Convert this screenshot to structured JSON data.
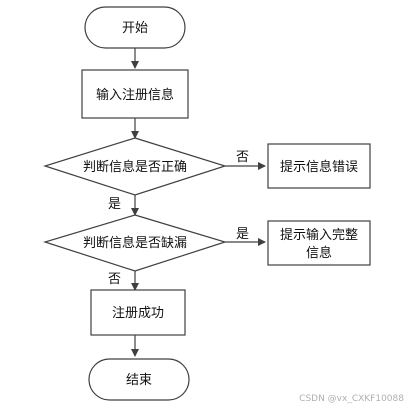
{
  "nodes": {
    "start": "开始",
    "input": "输入注册信息",
    "decision1": "判断信息是否正确",
    "error": "提示信息错误",
    "decision2": "判断信息是否缺漏",
    "prompt_line1": "提示输入完整",
    "prompt_line2": "信息",
    "success": "注册成功",
    "end": "结束"
  },
  "edge_labels": {
    "d1_no": "否",
    "d1_yes": "是",
    "d2_yes": "是",
    "d2_no": "否"
  },
  "watermark": "CSDN @vx_CXKF10088"
}
